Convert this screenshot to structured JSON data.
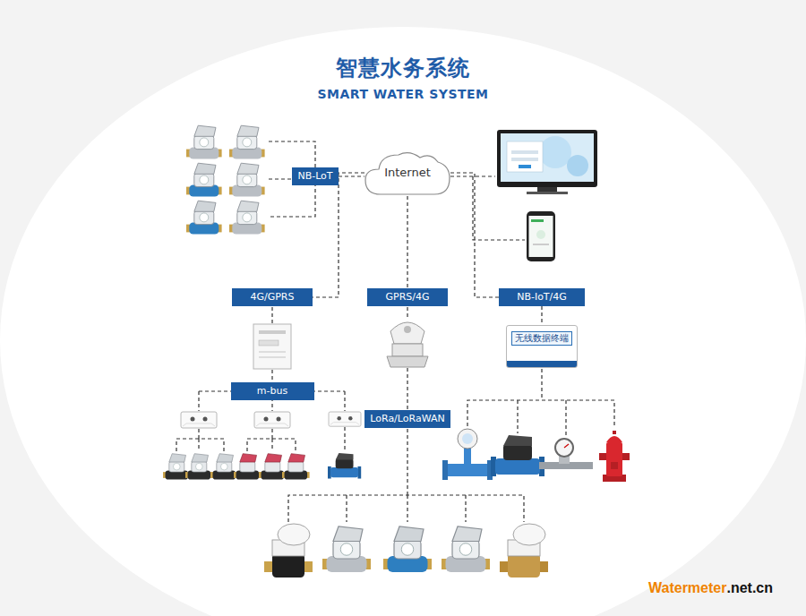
{
  "diagram": {
    "title": "智慧水务系统",
    "nodes": [
      {
        "text": [
          "NB-LoT"
        ]
      },
      {
        "text": [
          "Internet"
        ]
      },
      {
        "text": [
          "4G/GPRS"
        ]
      },
      {
        "text": [
          "GPRS/4G"
        ]
      },
      {
        "text": [
          "NB-IoT/4G"
        ]
      },
      {
        "text": [
          "m-bus"
        ]
      },
      {
        "text": [
          "LoRa/LoRaWAN"
        ]
      },
      {
        "text": [
          "无线数据终端"
        ]
      }
    ],
    "edges": [
      {
        "from": 0,
        "to": 1,
        "arrow": "none"
      },
      {
        "from": 1,
        "to": 2,
        "arrow": "none"
      },
      {
        "from": 1,
        "to": 3,
        "arrow": "none"
      },
      {
        "from": 1,
        "to": 4,
        "arrow": "none"
      },
      {
        "from": 4,
        "to": 7,
        "arrow": "none"
      }
    ],
    "labels": [
      "SMART WATER SYSTEM",
      "Watermeter",
      ".net.cn"
    ]
  }
}
